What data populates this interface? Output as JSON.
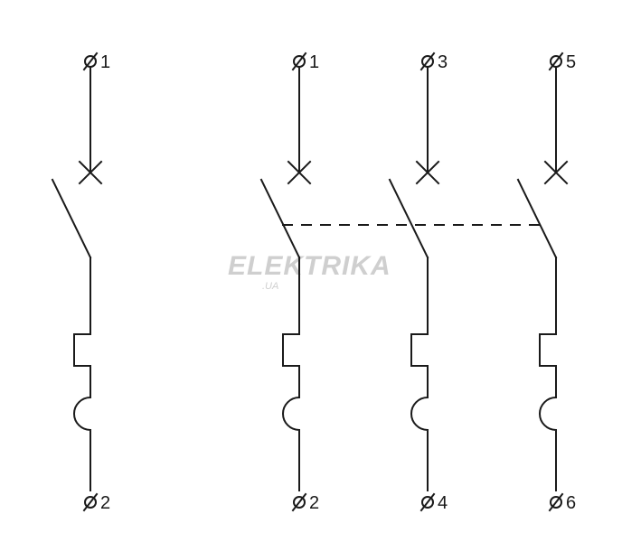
{
  "watermark": {
    "brand": "ELEKTRIKA",
    "domain": ".UA"
  },
  "breakers": [
    {
      "name": "single-pole-breaker",
      "poles": [
        {
          "top_terminal": "1",
          "bottom_terminal": "2"
        }
      ]
    },
    {
      "name": "three-pole-breaker",
      "poles": [
        {
          "top_terminal": "1",
          "bottom_terminal": "2"
        },
        {
          "top_terminal": "3",
          "bottom_terminal": "4"
        },
        {
          "top_terminal": "5",
          "bottom_terminal": "6"
        }
      ]
    }
  ],
  "colors": {
    "line": "#1a1a1a",
    "watermark": "#cfcfcf"
  }
}
